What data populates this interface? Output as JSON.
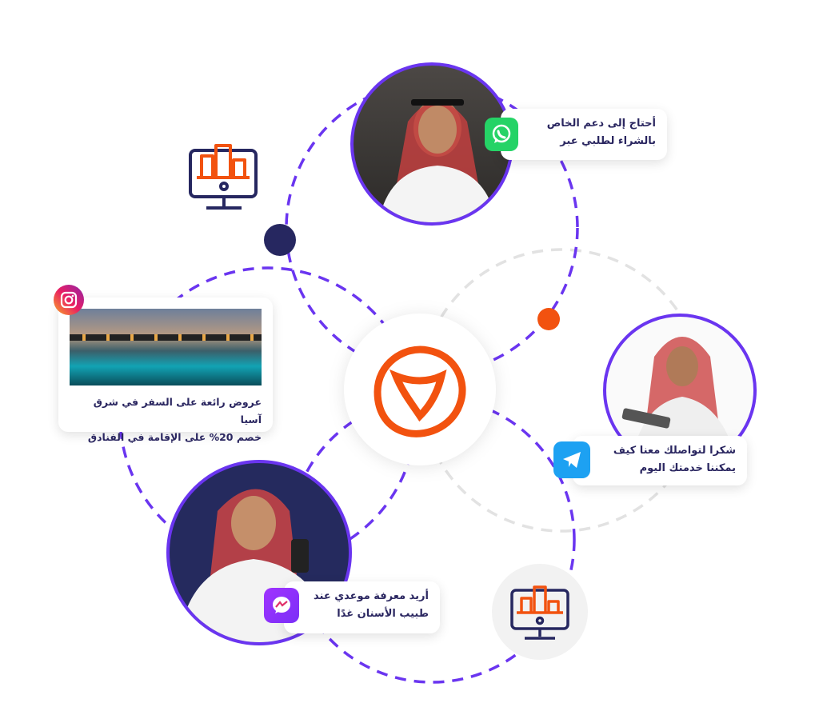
{
  "messages": {
    "whatsapp": {
      "line1": "أحتاج إلى دعم  الخاص",
      "line2": "بالشراء لطلبي عبر"
    },
    "instagram": {
      "line1": "عروض رائعة على السفر في شرق آسيا",
      "line2": "خصم 20% على  الإقامة في الفنادق"
    },
    "telegram": {
      "line1": "شكرا لتواصلك معنا كيف",
      "line2": "يمكننا  خدمتك اليوم"
    },
    "messenger": {
      "line1": "أريد معرفة موعدي عند",
      "line2": "طبيب الأسنان غدًا"
    }
  },
  "colors": {
    "purple": "#6a35f0",
    "orange": "#f2520f",
    "navy": "#262760",
    "gray": "#e0e0e0"
  }
}
